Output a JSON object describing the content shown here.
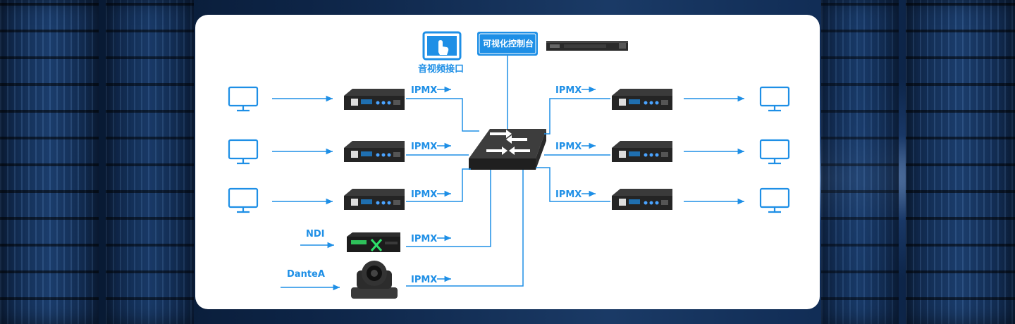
{
  "colors": {
    "accent": "#1e8fe6",
    "panel": "#ffffff",
    "device": "#2b2b2b",
    "switch": "#2e2e2e"
  },
  "diagram": {
    "av_interface_label": "音视频接口",
    "control_console_label": "可视化控制台",
    "link_protocol": "IPMX",
    "ndi_label": "NDI",
    "dante_label": "DanteA",
    "left_links": [
      "IPMX",
      "IPMX",
      "IPMX",
      "IPMX",
      "IPMX"
    ],
    "right_links": [
      "IPMX",
      "IPMX",
      "IPMX"
    ]
  }
}
